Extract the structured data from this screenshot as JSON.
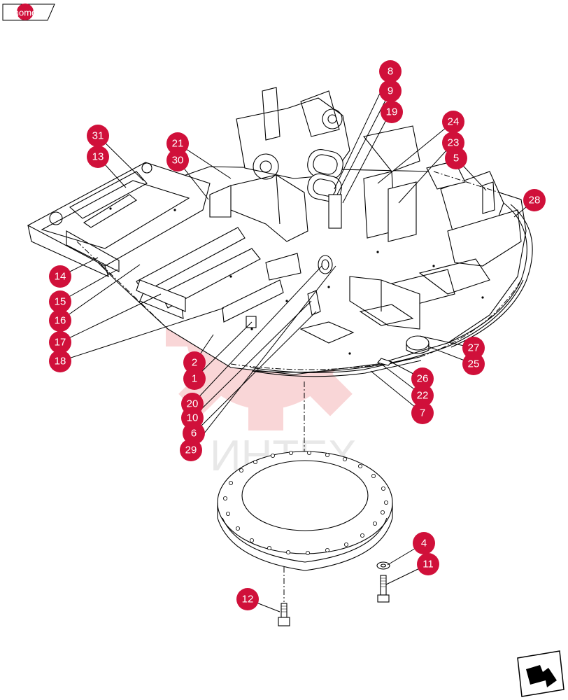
{
  "nav": {
    "home_label": "home",
    "next_icon": "arrow-next-icon"
  },
  "watermark": {
    "text": "ИНТЕХ",
    "color": "#e8474d"
  },
  "accent_color": "#d0103a",
  "callouts": [
    "8",
    "9",
    "19",
    "24",
    "23",
    "5",
    "28",
    "31",
    "13",
    "21",
    "30",
    "14",
    "15",
    "16",
    "17",
    "18",
    "2",
    "1",
    "20",
    "10",
    "6",
    "29",
    "27",
    "25",
    "26",
    "22",
    "7",
    "4",
    "11",
    "12"
  ]
}
